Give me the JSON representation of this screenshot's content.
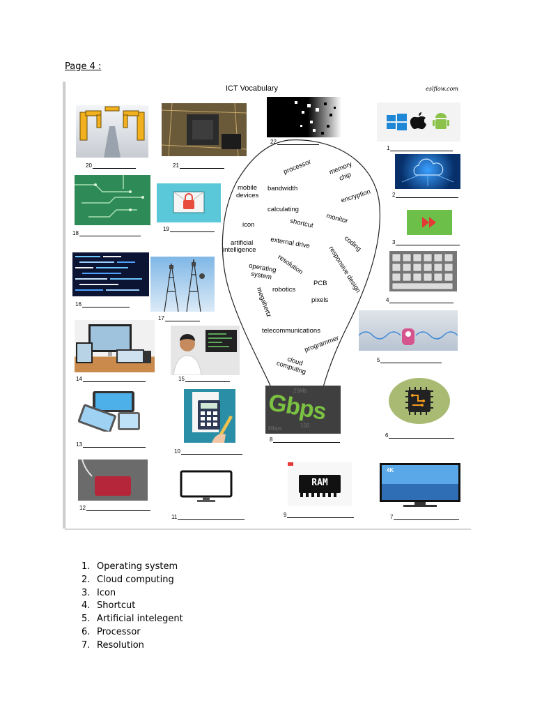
{
  "page_label": "Page 4 :",
  "worksheet": {
    "title": "ICT  Vocabulary",
    "brand": "eslflow.com",
    "numbers": [
      "1",
      "2",
      "3",
      "4",
      "5",
      "6",
      "7",
      "8",
      "9",
      "10",
      "11",
      "12",
      "13",
      "14",
      "15",
      "16",
      "17",
      "18",
      "19",
      "20",
      "21",
      "22"
    ],
    "words": [
      "processor",
      "memory",
      "chip",
      "mobile",
      "devices",
      "bandwidth",
      "encryption",
      "calculating",
      "monitor",
      "icon",
      "shortcut",
      "artificial",
      "intelligence",
      "external drive",
      "coding",
      "resolution",
      "responsive design",
      "operating",
      "system",
      "robotics",
      "PCB",
      "megahertz",
      "pixels",
      "telecommunications",
      "programmer",
      "cloud",
      "computing"
    ],
    "image_texts": {
      "ram": "RAM",
      "gbps": "Gbps",
      "k4": "4K"
    }
  },
  "answers": [
    {
      "num": "1.",
      "text": "Operating system"
    },
    {
      "num": "2.",
      "text": "Cloud computing"
    },
    {
      "num": "3.",
      "text": "Icon"
    },
    {
      "num": "4.",
      "text": "Shortcut"
    },
    {
      "num": "5.",
      "text": "Artificial intelegent"
    },
    {
      "num": "6.",
      "text": "Processor"
    },
    {
      "num": "7.",
      "text": "Resolution"
    }
  ],
  "colors": {
    "os_blue": "#1e88d6",
    "android_green": "#8bc34a",
    "fastforward_bg": "#6cc04a",
    "fastforward_red": "#e53935",
    "pcb_green": "#2e8b57"
  }
}
